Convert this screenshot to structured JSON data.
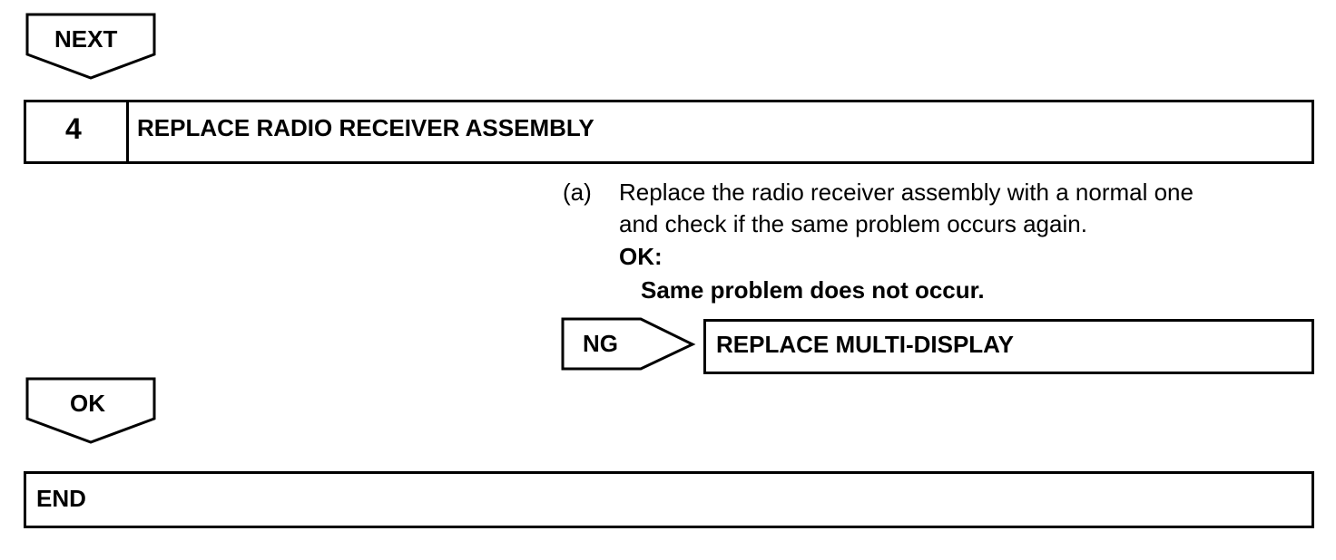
{
  "next_arrow": {
    "label": "NEXT"
  },
  "step": {
    "number": "4",
    "title": "REPLACE RADIO RECEIVER ASSEMBLY"
  },
  "instruction": {
    "marker": "(a)",
    "line1": "Replace the radio receiver assembly with a normal one",
    "line2": "and check if the same problem occurs again.",
    "ok_heading": "OK:",
    "ok_detail": "Same problem does not occur."
  },
  "ng_branch": {
    "label": "NG",
    "result": "REPLACE MULTI-DISPLAY"
  },
  "ok_arrow": {
    "label": "OK"
  },
  "end_box": {
    "label": "END"
  }
}
